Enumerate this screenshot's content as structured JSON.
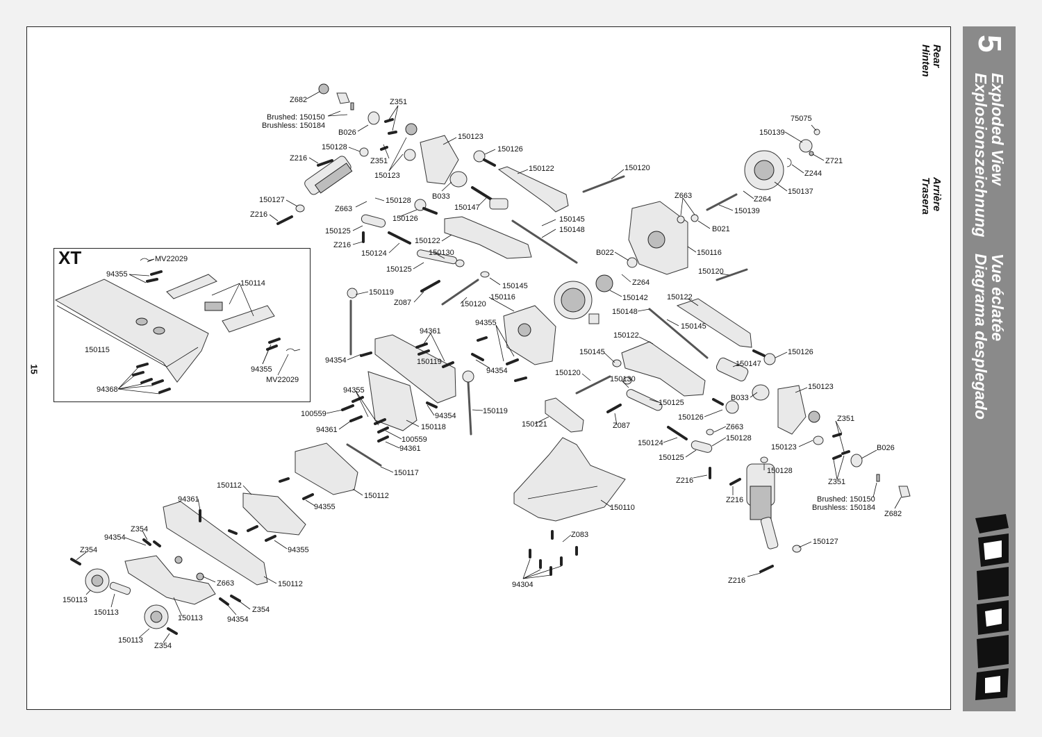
{
  "page_number": "15",
  "section": {
    "number": "5",
    "title_lines": [
      "Exploded View",
      "Explosionszeichnung"
    ],
    "title_lines_2": [
      "Vue éclatée",
      "Diagrama desplegado"
    ]
  },
  "direction": {
    "primary": [
      "Rear",
      "Hinten"
    ],
    "secondary": [
      "Arrière",
      "Trasera"
    ]
  },
  "xt_box": {
    "title": "XT",
    "labels": [
      "MV22029",
      "94355",
      "150114",
      "150115",
      "94355",
      "MV22029",
      "94368"
    ]
  },
  "labels": {
    "l001": "Z682",
    "l002": "Brushed: 150150",
    "l003": "Brushless: 150184",
    "l004": "Z351",
    "l005": "B026",
    "l006": "150128",
    "l007": "Z216",
    "l008": "Z351",
    "l009": "150123",
    "l010": "150123",
    "l011": "150126",
    "l012": "150122",
    "l013": "150120",
    "l014": "B033",
    "l015": "150147",
    "l016": "150127",
    "l017": "Z663",
    "l018": "150128",
    "l019": "Z216",
    "l020": "150126",
    "l021": "150145",
    "l022": "150148",
    "l023": "150125",
    "l024": "Z216",
    "l025": "150122",
    "l026": "150124",
    "l027": "150130",
    "l028": "150125",
    "l029": "150145",
    "l030": "150119",
    "l031": "Z087",
    "l032": "150120",
    "l033": "150116",
    "l034": "75075",
    "l035": "150139",
    "l036": "Z721",
    "l037": "Z244",
    "l038": "150137",
    "l039": "Z264",
    "l040": "150139",
    "l041": "Z663",
    "l042": "B021",
    "l043": "150116",
    "l044": "B022",
    "l045": "Z264",
    "l046": "150142",
    "l047": "150120",
    "l048": "150122",
    "l049": "150148",
    "l050": "150145",
    "l051": "94361",
    "l052": "94355",
    "l053": "94354",
    "l054": "150119",
    "l055": "94354",
    "l056": "150122",
    "l057": "150145",
    "l058": "150126",
    "l059": "150147",
    "l060": "150120",
    "l061": "150130",
    "l062": "B033",
    "l063": "150123",
    "l064": "94355",
    "l065": "100559",
    "l066": "94361",
    "l067": "94354",
    "l068": "150118",
    "l069": "100559",
    "l070": "94361",
    "l071": "150119",
    "l072": "150121",
    "l073": "150125",
    "l074": "Z087",
    "l075": "150126",
    "l076": "Z663",
    "l077": "150128",
    "l078": "150124",
    "l079": "150125",
    "l080": "Z351",
    "l081": "150123",
    "l082": "B026",
    "l083": "Z351",
    "l084": "Brushed: 150150",
    "l085": "Brushless: 150184",
    "l086": "Z682",
    "l087": "150117",
    "l088": "150112",
    "l089": "150112",
    "l090": "94355",
    "l091": "150110",
    "l092": "Z216",
    "l093": "150128",
    "l094": "Z216",
    "l095": "94361",
    "l096": "Z354",
    "l097": "94354",
    "l098": "Z354",
    "l099": "94355",
    "l100": "150112",
    "l101": "Z663",
    "l102": "150113",
    "l103": "150113",
    "l104": "150113",
    "l105": "Z354",
    "l106": "94354",
    "l107": "150113",
    "l108": "Z354",
    "l109": "Z083",
    "l110": "94304",
    "l111": "150127",
    "l112": "Z216"
  },
  "colors": {
    "band": "#8a8a8a",
    "frame_border": "#222222",
    "part_fill": "#e9e9e9",
    "part_dark": "#bdbdbd"
  },
  "icons": {
    "brand_logo": "quantum-logo"
  }
}
